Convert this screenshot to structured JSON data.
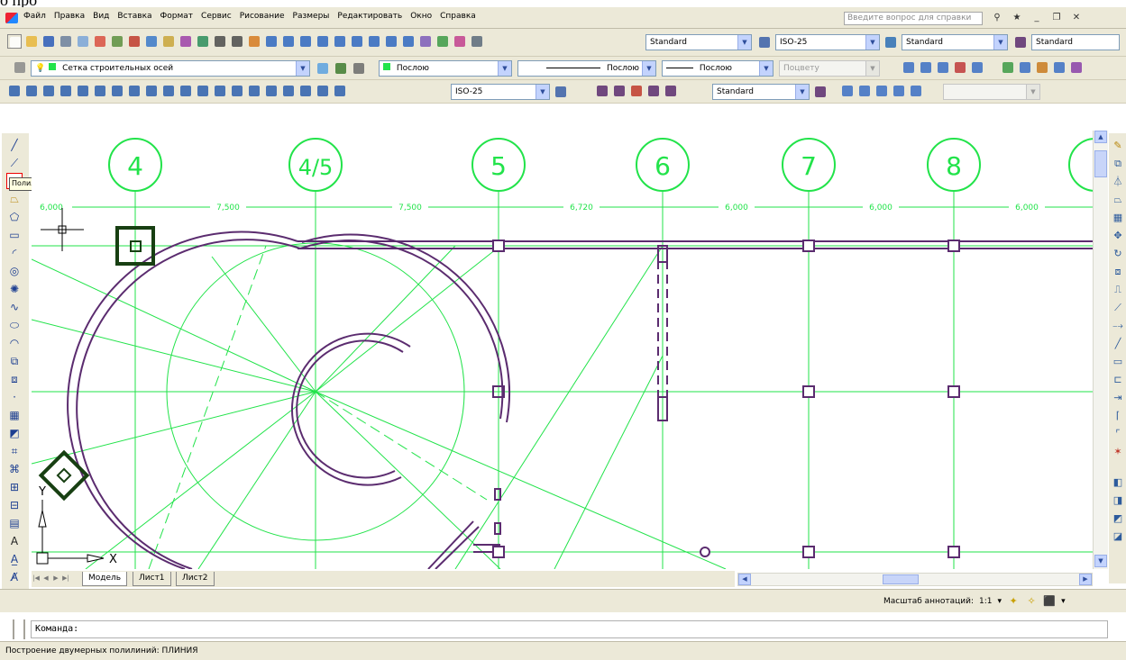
{
  "doc_fragment": "о про",
  "menu": {
    "items": [
      "Файл",
      "Правка",
      "Вид",
      "Вставка",
      "Формат",
      "Сервис",
      "Рисование",
      "Размеры",
      "Редактировать",
      "Окно",
      "Справка"
    ],
    "help_placeholder": "Введите вопрос для справки"
  },
  "toolbar1": {
    "text_style": "Standard",
    "dim_style": "ISO-25",
    "table_style": "Standard",
    "ml_style": "Standard"
  },
  "toolbar2": {
    "layer": "Сетка строительных осей",
    "color": "Послою",
    "linetype": "Послою",
    "lineweight": "Послою",
    "plotstyle": "Поцвету"
  },
  "toolbar3": {
    "dim_style": "ISO-25",
    "ml_style": "Standard"
  },
  "tooltip": "Полилиния",
  "drawing": {
    "axis_labels": [
      "4",
      "4/5",
      "5",
      "6",
      "7",
      "8"
    ],
    "dimensions": [
      "6,000",
      "7,500",
      "7,500",
      "6,720",
      "6,000",
      "6,000",
      "6,000"
    ],
    "ucs_x": "X",
    "ucs_y": "Y",
    "colors": {
      "grid": "#22e34a",
      "wall": "#5b2c6f",
      "column": "#173f12"
    }
  },
  "tabs": [
    "Модель",
    "Лист1",
    "Лист2"
  ],
  "status": {
    "annotation_scale_label": "Масштаб аннотаций:",
    "annotation_scale_value": "1:1"
  },
  "command": {
    "prompt": "Команда:"
  },
  "status_bottom": "Построение двумерных полилиний: ПЛИНИЯ"
}
